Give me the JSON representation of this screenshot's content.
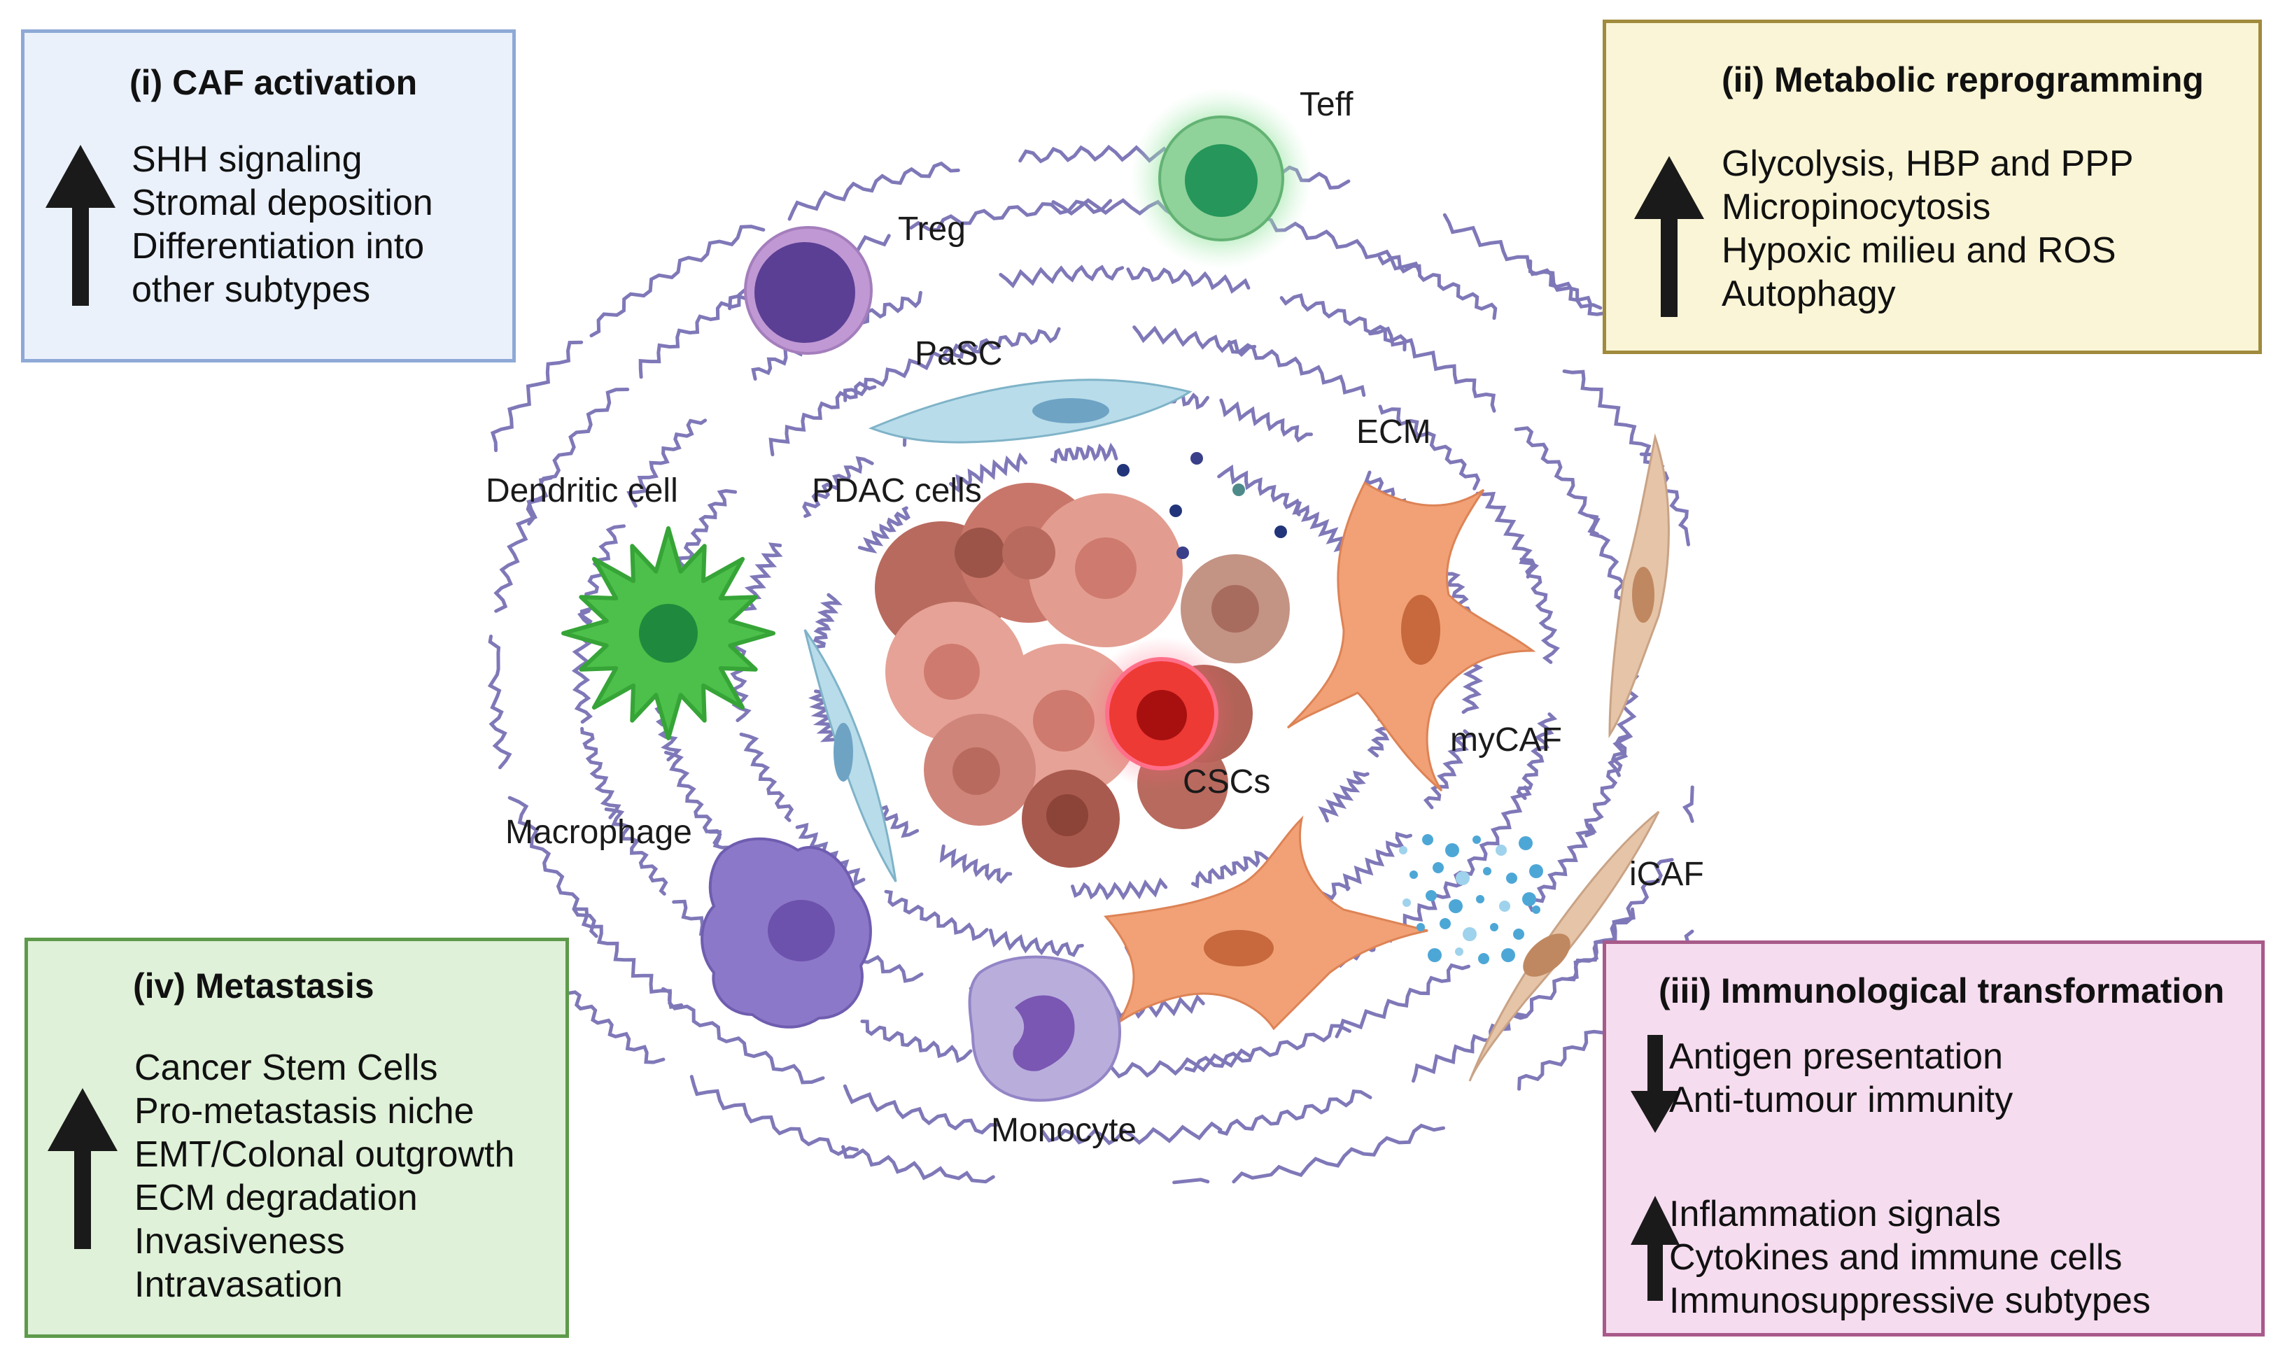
{
  "boxes": {
    "caf": {
      "title": "(i) CAF activation",
      "items": [
        "SHH signaling",
        "Stromal deposition",
        "Differentiation into",
        "other subtypes"
      ],
      "bg": "#eaf1fb",
      "border": "#8ea9d6"
    },
    "metabolic": {
      "title": "(ii) Metabolic reprogramming",
      "items": [
        "Glycolysis, HBP and PPP",
        "Micropinocytosis",
        "Hypoxic milieu and ROS",
        "Autophagy"
      ],
      "bg": "#faf5d6",
      "border": "#a08a3c"
    },
    "immunological": {
      "title": "(iii) Immunological transformation",
      "down_items": [
        "Antigen presentation",
        "Anti-tumour immunity"
      ],
      "up_items": [
        "Inflammation signals",
        "Cytokines and immune cells",
        "Immunosuppressive subtypes"
      ],
      "bg": "#f6dcef",
      "border": "#a85a8a"
    },
    "metastasis": {
      "title": "(iv) Metastasis",
      "items": [
        "Cancer Stem Cells",
        "Pro-metastasis niche",
        "EMT/Colonal outgrowth",
        "ECM degradation",
        "Invasiveness",
        "Intravasation"
      ],
      "bg": "#dff1d8",
      "border": "#5e9a4a"
    }
  },
  "cell_labels": {
    "teff": "Teff",
    "treg": "Treg",
    "pasc": "PaSC",
    "ecm": "ECM",
    "dendritic": "Dendritic cell",
    "pdac": "PDAC cells",
    "mycaf": "myCAF",
    "cscs": "CSCs",
    "macrophage": "Macrophage",
    "icaf": "iCAF",
    "monocyte": "Monocyte"
  },
  "colors": {
    "arrow": "#1a1a1a",
    "fiber": "#7f78b8",
    "teff": "#3aa55e",
    "treg": "#5a3f94",
    "pasc": "#a9d6e6",
    "dendritic": "#4cc04a",
    "pdac": "#d98c80",
    "csc": "#e32626",
    "mycaf": "#f1a175",
    "icaf": "#e3c1a6",
    "macrophage": "#8a73c6",
    "monocyte": "#a08ecb",
    "cytokine": "#4da7d6"
  }
}
